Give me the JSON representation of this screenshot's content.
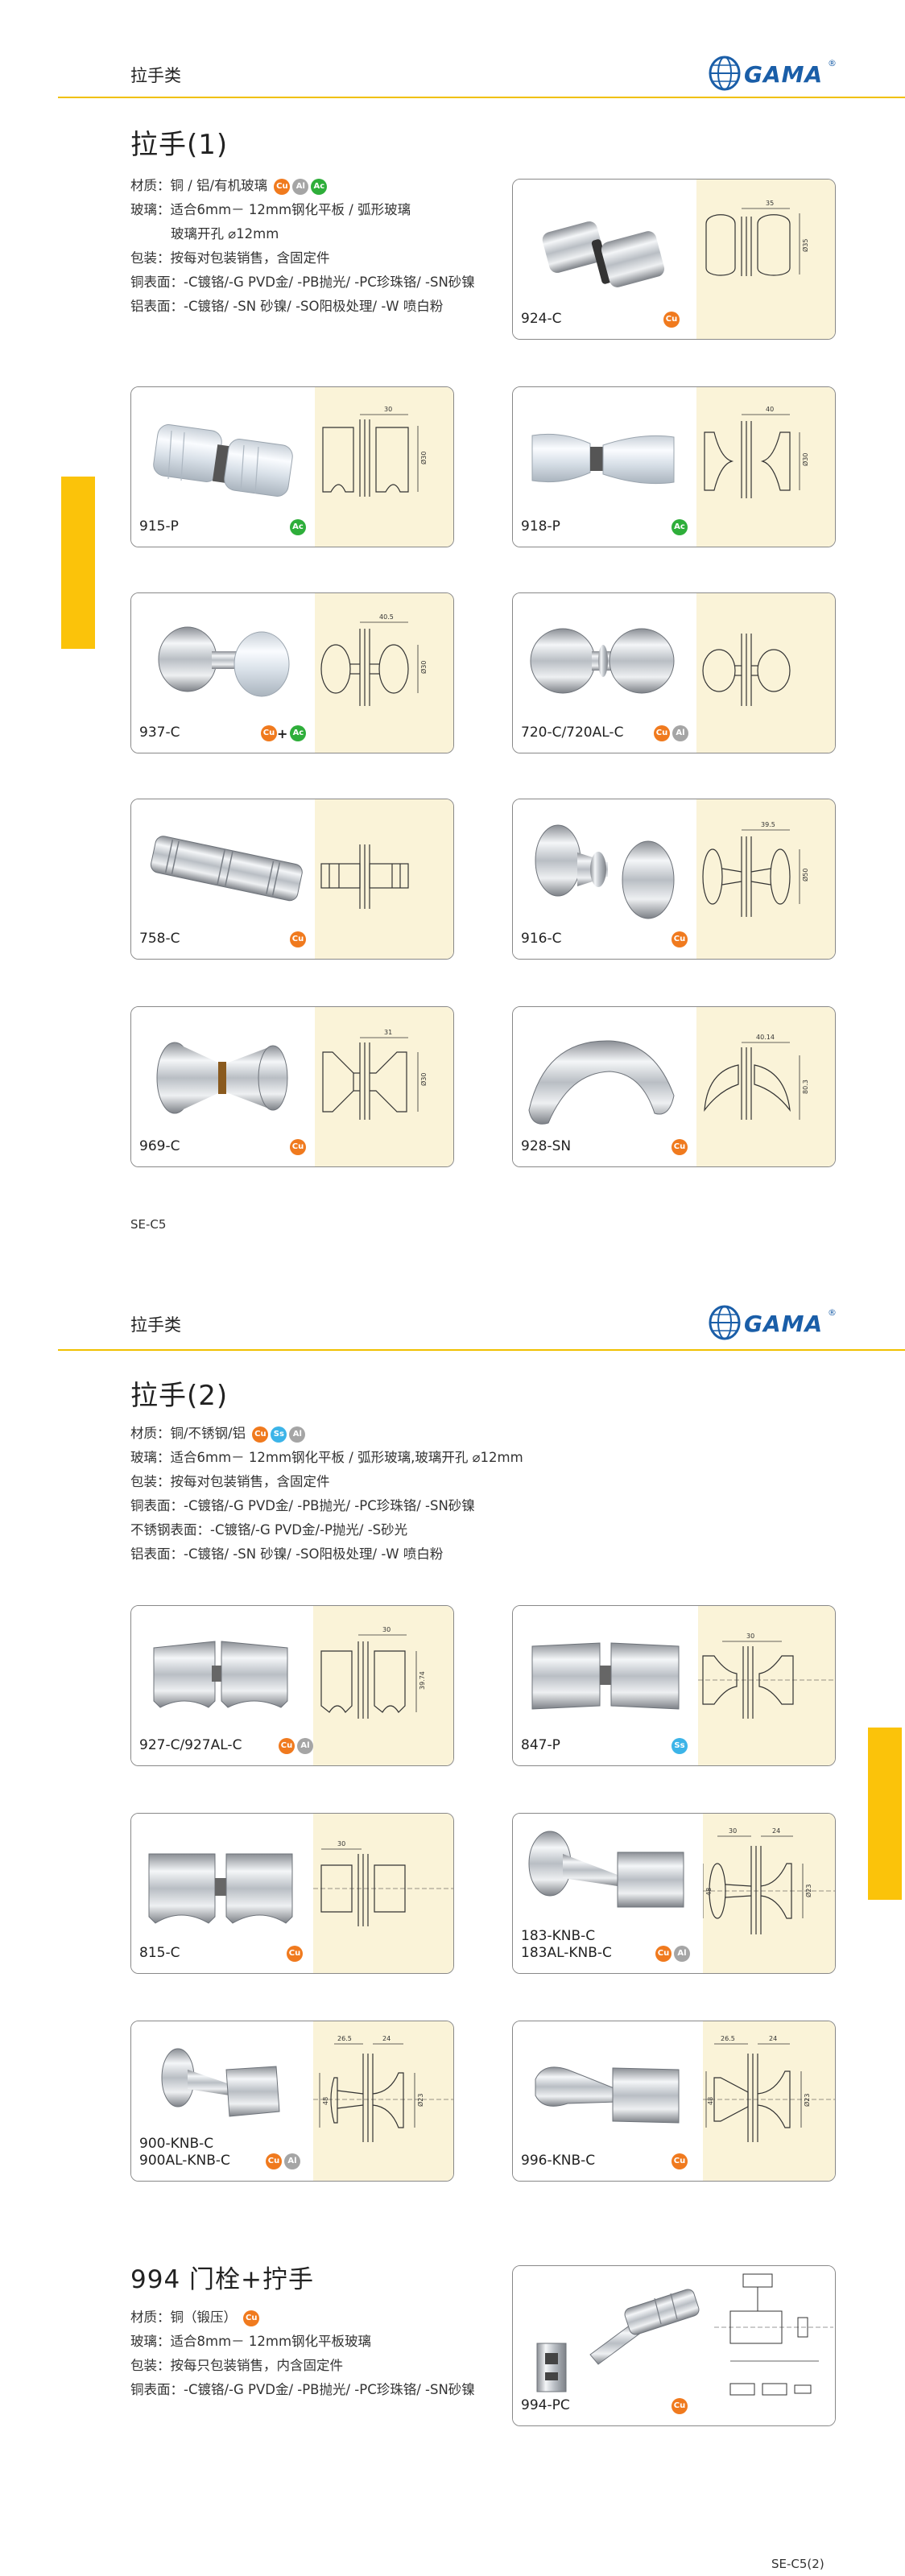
{
  "category": "拉手类",
  "logo": {
    "text": "GAMA",
    "reg": "®"
  },
  "page1": {
    "title": "拉手(1)",
    "spec": {
      "material_label": "材质：铜 / 铝/有机玻璃",
      "material_badges": [
        "Cu",
        "Al",
        "Ac"
      ],
      "glass_line1": "玻璃：适合6mm－ 12mm钢化平板 / 弧形玻璃",
      "glass_line2": "玻璃开孔 ⌀12mm",
      "package": "包装：按每对包装销售，含固定件",
      "copper_surface": "铜表面：-C镀铬/-G PVD金/ -PB抛光/ -PC珍珠铬/ -SN砂镍",
      "al_surface": "铝表面：-C镀铬/ -SN 砂镍/ -SO阳极处理/ -W 喷白粉"
    },
    "products": [
      {
        "model": "924-C",
        "mats": [
          "Cu"
        ]
      },
      {
        "model": "915-P",
        "mats": [
          "Ac"
        ]
      },
      {
        "model": "918-P",
        "mats": [
          "Ac"
        ]
      },
      {
        "model": "937-C",
        "mats": [
          "Cu",
          "+",
          "Ac"
        ]
      },
      {
        "model": "720-C/720AL-C",
        "mats": [
          "Cu",
          "Al"
        ]
      },
      {
        "model": "758-C",
        "mats": [
          "Cu"
        ]
      },
      {
        "model": "916-C",
        "mats": [
          "Cu"
        ]
      },
      {
        "model": "969-C",
        "mats": [
          "Cu"
        ]
      },
      {
        "model": "928-SN",
        "mats": [
          "Cu"
        ]
      }
    ],
    "page_number": "SE-C5"
  },
  "page2": {
    "title": "拉手(2)",
    "spec": {
      "material_label": "材质：铜/不锈钢/铝",
      "material_badges": [
        "Cu",
        "Ss",
        "Al"
      ],
      "glass": "玻璃：适合6mm－ 12mm钢化平板 / 弧形玻璃,玻璃开孔 ⌀12mm",
      "package": "包装：按每对包装销售，含固定件",
      "copper_surface": "铜表面：-C镀铬/-G PVD金/ -PB抛光/ -PC珍珠铬/ -SN砂镍",
      "ss_surface": "不锈钢表面：-C镀铬/-G PVD金/-P抛光/ -S砂光",
      "al_surface": "铝表面：-C镀铬/ -SN 砂镍/ -SO阳极处理/ -W 喷白粉"
    },
    "products": [
      {
        "model": "927-C/927AL-C",
        "mats": [
          "Cu",
          "Al"
        ]
      },
      {
        "model": "847-P",
        "mats": [
          "Ss"
        ]
      },
      {
        "model": "815-C",
        "mats": [
          "Cu"
        ]
      },
      {
        "model": "183-KNB-C",
        "model2": "183AL-KNB-C",
        "mats": [
          "Cu",
          "Al"
        ]
      },
      {
        "model": "900-KNB-C",
        "model2": "900AL-KNB-C",
        "mats": [
          "Cu",
          "Al"
        ]
      },
      {
        "model": "996-KNB-C",
        "mats": [
          "Cu"
        ]
      }
    ],
    "latch": {
      "title": "994 门栓+拧手",
      "material": "材质：铜（锻压）",
      "material_badges": [
        "Cu"
      ],
      "glass": "玻璃：适合8mm－ 12mm钢化平板玻璃",
      "package": "包装：按每只包装销售，内含固定件",
      "copper_surface": "铜表面：-C镀铬/-G PVD金/ -PB抛光/ -PC珍珠铬/ -SN砂镍",
      "product": {
        "model": "994-PC",
        "mats": [
          "Cu"
        ]
      }
    },
    "page_number": "SE-C5(2)"
  },
  "dimension_labels": {
    "924": [
      "35",
      "Ø35"
    ],
    "915": [
      "30",
      "Ø30"
    ],
    "918": [
      "40",
      "Ø30"
    ],
    "937": [
      "40.5",
      "Ø30"
    ],
    "916": [
      "39.5",
      "Ø50"
    ],
    "969": [
      "31",
      "Ø30"
    ],
    "928": [
      "40.14",
      "80.3"
    ],
    "927": [
      "30",
      "39.74"
    ],
    "847": [
      "30"
    ],
    "815": [
      "30"
    ],
    "183": [
      "30",
      "24",
      "48",
      "Ø23"
    ],
    "900": [
      "26.5",
      "24",
      "48",
      "Ø23"
    ],
    "996": [
      "26.5",
      "24",
      "48",
      "Ø23"
    ]
  },
  "colors": {
    "accent": "#f0c000",
    "tab": "#fbc30a",
    "drawing_bg": "#faf3d8",
    "logo": "#1a5ea8"
  }
}
